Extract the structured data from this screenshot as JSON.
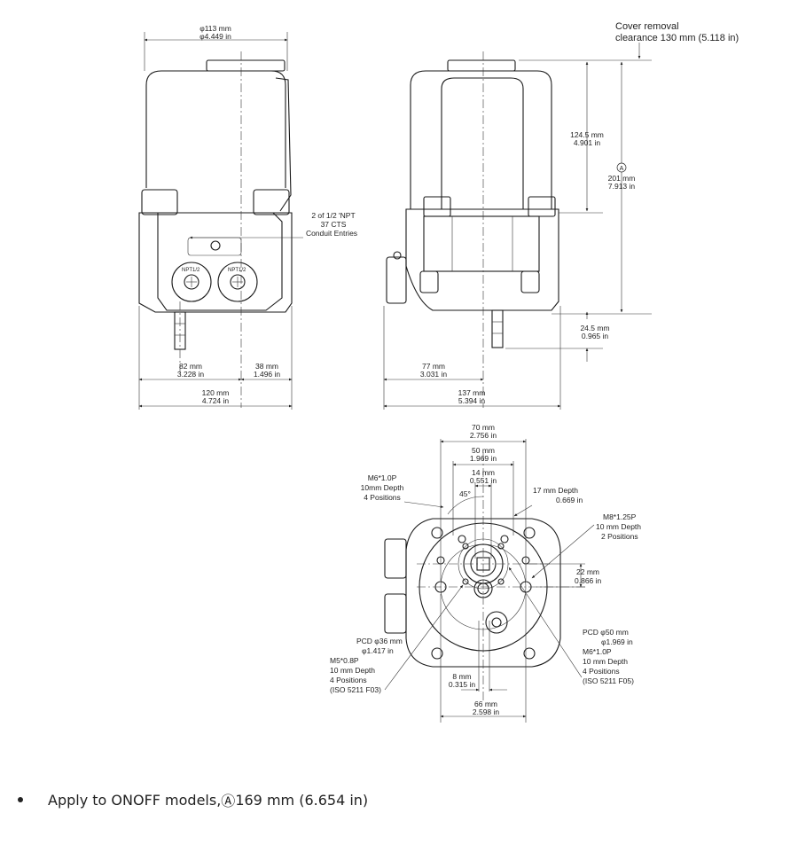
{
  "front_view": {
    "top_diameter_mm": "φ113 mm",
    "top_diameter_in": "φ4.449 in",
    "conduit_line1": "2 of 1/2 'NPT",
    "conduit_line2": "37 CTS",
    "conduit_line3": "Conduit Entries",
    "dim_left_mm": "82 mm",
    "dim_left_in": "3.228 in",
    "dim_right_mm": "38 mm",
    "dim_right_in": "1.496 in",
    "width_mm": "120 mm",
    "width_in": "4.724 in",
    "port_label": "NPT1/2"
  },
  "side_view": {
    "cover_line1": "Cover removal",
    "cover_line2": "clearance 130 mm (5.118 in)",
    "h1_mm": "124.5 mm",
    "h1_in": "4.901 in",
    "h2_mm": "201 mm",
    "h2_in": "7.913 in",
    "h2_marker": "A",
    "shaft_mm": "24.5 mm",
    "shaft_in": "0.965 in",
    "dim_left_mm": "77 mm",
    "dim_left_in": "3.031 in",
    "width_mm": "137 mm",
    "width_in": "5.394 in"
  },
  "bottom_view": {
    "w70_mm": "70 mm",
    "w70_in": "2.756 in",
    "w50_mm": "50 mm",
    "w50_in": "1.969 in",
    "w14_mm": "14 mm",
    "w14_in": "0.551 in",
    "angle": "45°",
    "m6_top_line1": "M6*1.0P",
    "m6_top_line2": "10mm Depth",
    "m6_top_line3": "4 Positions",
    "depth17_line1": "17 mm Depth",
    "depth17_line2": "0.669 in",
    "m8_line1": "M8*1.25P",
    "m8_line2": "10 mm Depth",
    "m8_line3": "2 Positions",
    "d22_mm": "22 mm",
    "d22_in": "0.866 in",
    "pcd36_line1": "PCD φ36 mm",
    "pcd36_line2": "φ1.417 in",
    "m5_line1": "M5*0.8P",
    "m5_line2": "10 mm Depth",
    "m5_line3": "4 Positions",
    "m5_line4": "(ISO 5211 F03)",
    "pcd50_line1": "PCD φ50 mm",
    "pcd50_line2": "φ1.969 in",
    "m6b_line1": "M6*1.0P",
    "m6b_line2": "10 mm Depth",
    "m6b_line3": "4 Positions",
    "m6b_line4": "(ISO 5211 F05)",
    "w8_mm": "8 mm",
    "w8_in": "0.315 in",
    "w66_mm": "66 mm",
    "w66_in": "2.598 in"
  },
  "footnote": {
    "text": "Apply to ONOFF models,",
    "marker": "Ⓐ",
    "value": "169 mm (6.654 in)"
  }
}
